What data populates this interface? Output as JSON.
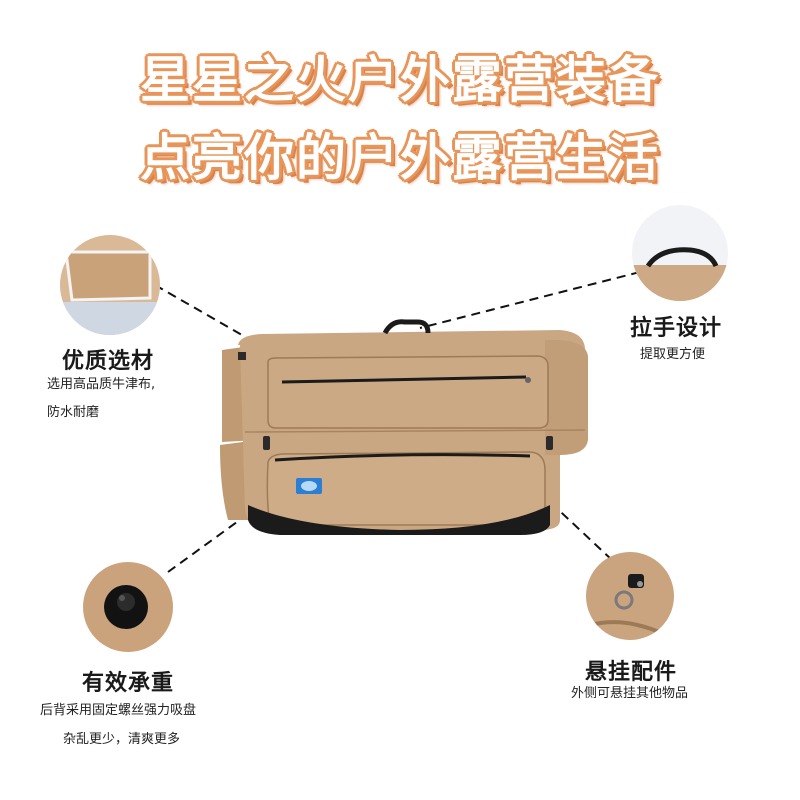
{
  "headline": {
    "line1": "星星之火户外露营装备",
    "line2": "点亮你的户外露营生活",
    "color": "#e8955a"
  },
  "features": {
    "material": {
      "title": "优质选材",
      "desc_line1": "选用高品质牛津布,",
      "desc_line2": "防水耐磨"
    },
    "handle": {
      "title": "拉手设计",
      "desc_line1": "提取更方便"
    },
    "load": {
      "title": "有效承重",
      "desc_line1": "后背采用固定螺丝强力吸盘",
      "desc_line2": "杂乱更少，清爽更多"
    },
    "hanging": {
      "title": "悬挂配件",
      "desc_line1": "外侧可悬挂其他物品"
    }
  },
  "colors": {
    "bag_tan": "#c9a680",
    "bag_dark": "#b48c64",
    "bag_bottom": "#1b1b1b"
  }
}
